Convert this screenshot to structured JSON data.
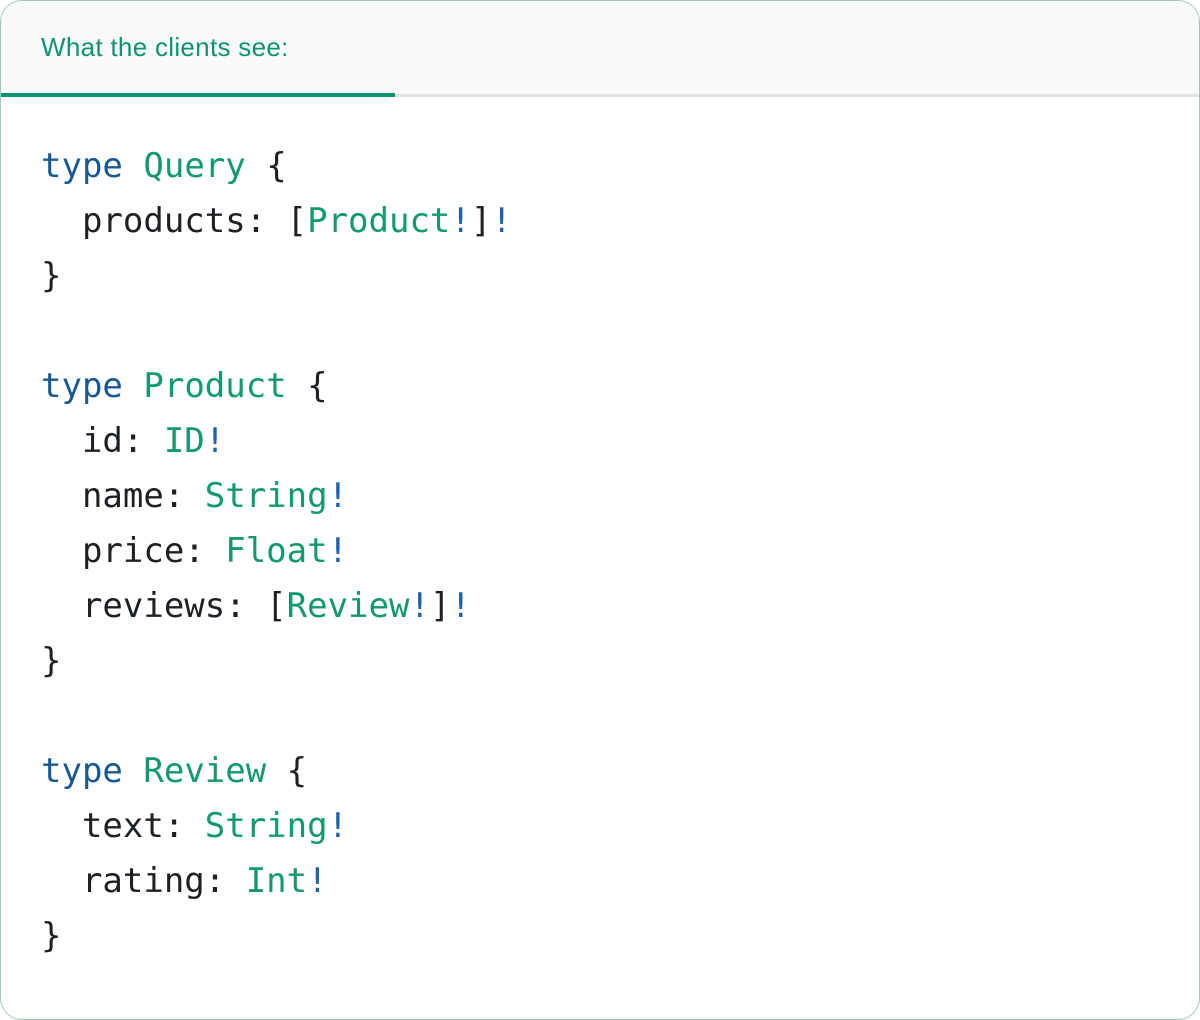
{
  "header": {
    "tab_label": "What the clients see:"
  },
  "colors": {
    "accent_teal": "#0e9373",
    "active_tab_underline": "#0e9373",
    "divider_gray": "#e2e2e2",
    "header_background": "#fafafa",
    "card_border_green": "#9ccbb4",
    "keyword_blue": "#175993",
    "bang_blue": "#1e61ac",
    "type_green": "#119a70",
    "code_text": "#1d2126",
    "code_background": "#ffffff"
  },
  "code": {
    "language": "graphql",
    "lines": [
      [
        [
          "kw",
          "type"
        ],
        [
          "plain",
          " "
        ],
        [
          "type",
          "Query"
        ],
        [
          "plain",
          " {"
        ]
      ],
      [
        [
          "plain",
          "  products: ["
        ],
        [
          "type",
          "Product"
        ],
        [
          "bang",
          "!"
        ],
        [
          "plain",
          "]"
        ],
        [
          "bang",
          "!"
        ]
      ],
      [
        [
          "plain",
          "}"
        ]
      ],
      [],
      [
        [
          "kw",
          "type"
        ],
        [
          "plain",
          " "
        ],
        [
          "type",
          "Product"
        ],
        [
          "plain",
          " {"
        ]
      ],
      [
        [
          "plain",
          "  id: "
        ],
        [
          "type",
          "ID"
        ],
        [
          "bang",
          "!"
        ]
      ],
      [
        [
          "plain",
          "  name: "
        ],
        [
          "type",
          "String"
        ],
        [
          "bang",
          "!"
        ]
      ],
      [
        [
          "plain",
          "  price: "
        ],
        [
          "type",
          "Float"
        ],
        [
          "bang",
          "!"
        ]
      ],
      [
        [
          "plain",
          "  reviews: ["
        ],
        [
          "type",
          "Review"
        ],
        [
          "bang",
          "!"
        ],
        [
          "plain",
          "]"
        ],
        [
          "bang",
          "!"
        ]
      ],
      [
        [
          "plain",
          "}"
        ]
      ],
      [],
      [
        [
          "kw",
          "type"
        ],
        [
          "plain",
          " "
        ],
        [
          "type",
          "Review"
        ],
        [
          "plain",
          " {"
        ]
      ],
      [
        [
          "plain",
          "  text: "
        ],
        [
          "type",
          "String"
        ],
        [
          "bang",
          "!"
        ]
      ],
      [
        [
          "plain",
          "  rating: "
        ],
        [
          "type",
          "Int"
        ],
        [
          "bang",
          "!"
        ]
      ],
      [
        [
          "plain",
          "}"
        ]
      ]
    ]
  }
}
